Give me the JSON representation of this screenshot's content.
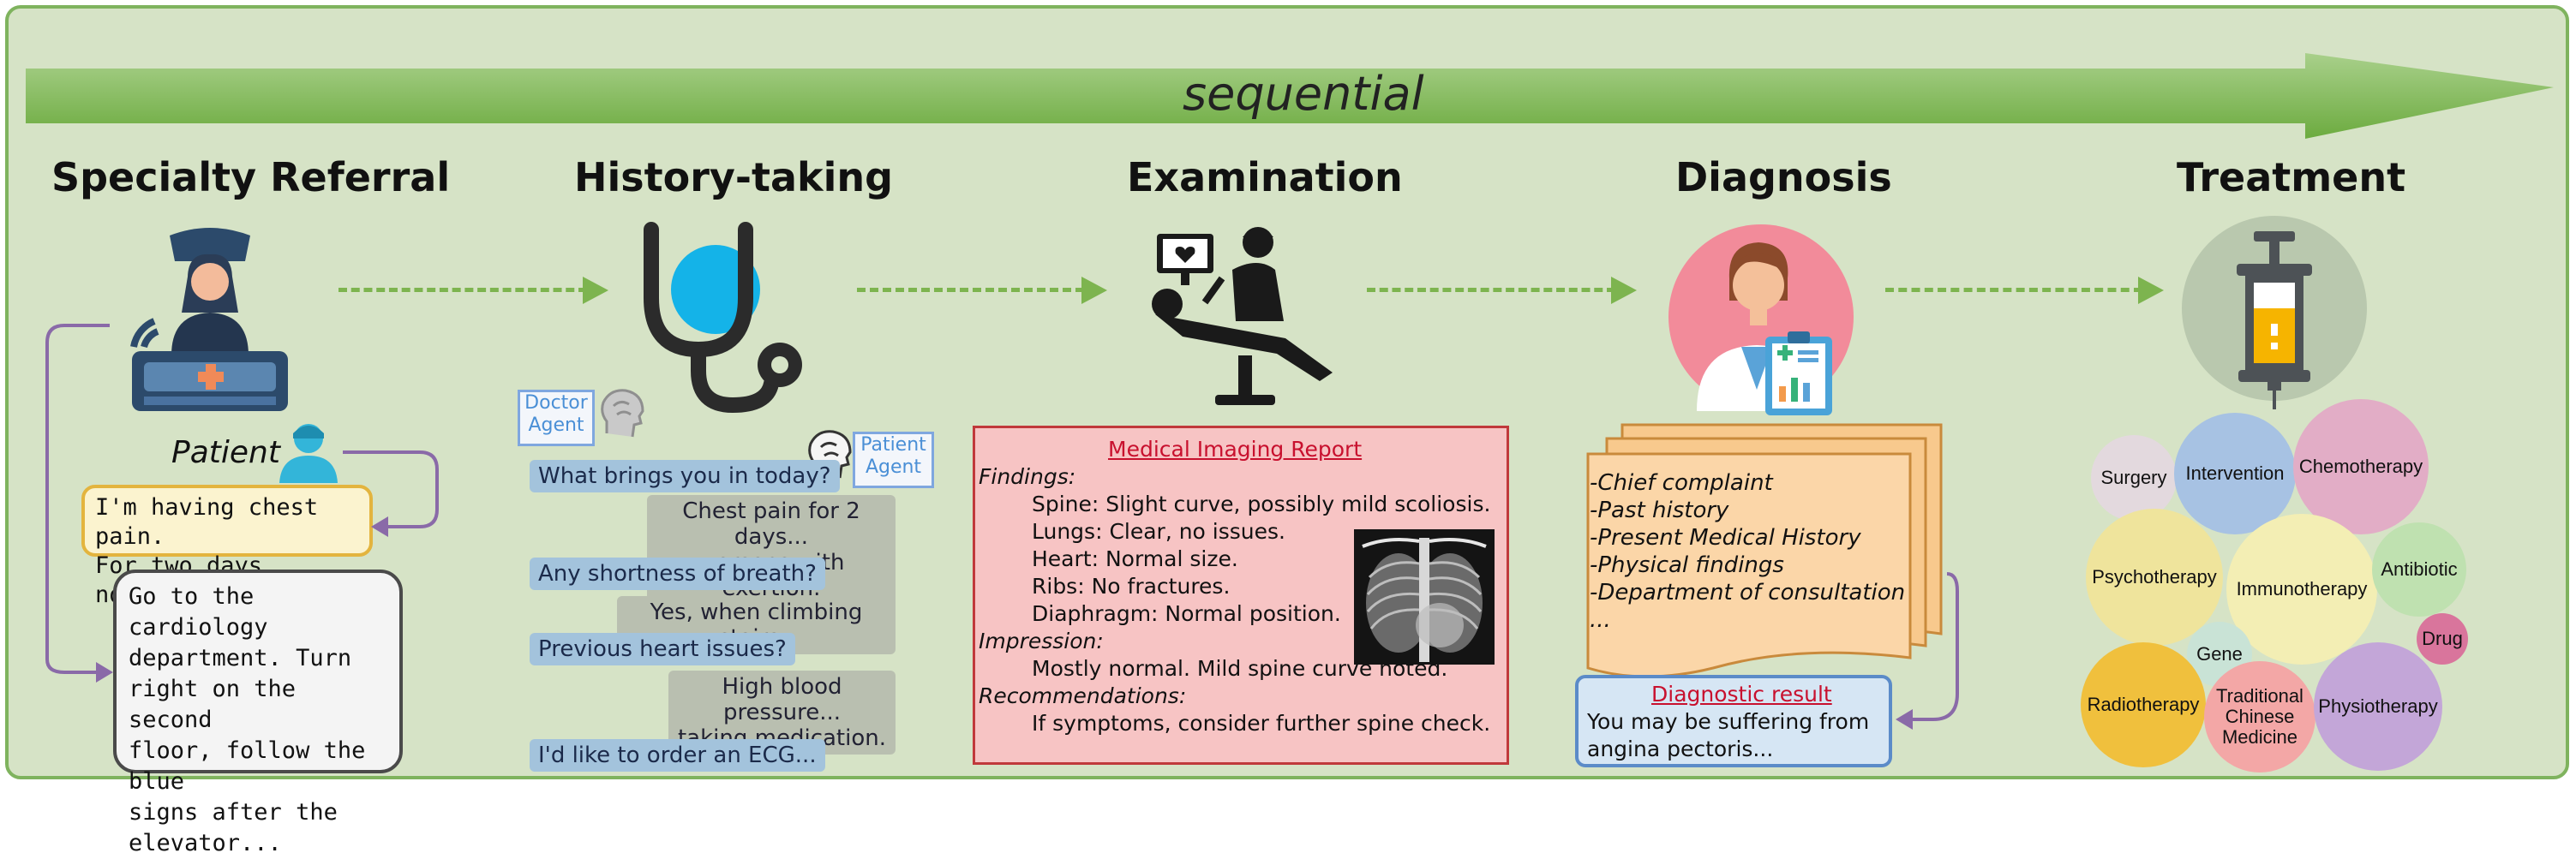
{
  "banner": {
    "label": "sequential"
  },
  "stages": [
    {
      "title": "Specialty Referral"
    },
    {
      "title": "History-taking"
    },
    {
      "title": "Examination"
    },
    {
      "title": "Diagnosis"
    },
    {
      "title": "Treatment"
    }
  ],
  "referral": {
    "patient_label": "Patient",
    "patient_speech": [
      "I'm having chest pain.",
      "For two days now..."
    ],
    "nurse_speech": [
      "Go to the cardiology",
      "department. Turn",
      "right on the second",
      "floor, follow the blue",
      "signs after the",
      "elevator..."
    ]
  },
  "history": {
    "doctor_agent": [
      "Doctor",
      "Agent"
    ],
    "patient_agent": [
      "Patient",
      "Agent"
    ],
    "dialogue": [
      {
        "role": "doctor",
        "text": "What brings you in today?"
      },
      {
        "role": "patient",
        "lines": [
          "Chest pain for 2 days...",
          "worsens with exertion."
        ]
      },
      {
        "role": "doctor",
        "text": "Any shortness of breath?"
      },
      {
        "role": "patient",
        "text": "Yes, when climbing stairs.."
      },
      {
        "role": "doctor",
        "text": "Previous heart issues?"
      },
      {
        "role": "patient",
        "lines": [
          "High blood pressure...",
          "taking medication."
        ]
      },
      {
        "role": "doctor",
        "text": "I'd like to order an ECG..."
      }
    ]
  },
  "report": {
    "title": "Medical Imaging Report",
    "findings_label": "Findings",
    "findings": [
      "Spine: Slight curve, possibly mild scoliosis.",
      "Lungs: Clear, no issues.",
      "Heart: Normal size.",
      "Ribs: No fractures.",
      "Diaphragm: Normal position."
    ],
    "impression_label": "Impression",
    "impression": "Mostly normal. Mild spine curve noted.",
    "recommendations_label": "Recommendations",
    "recommendation": "If symptoms, consider further spine check."
  },
  "diagnosis": {
    "notes": [
      "-Chief complaint",
      "-Past history",
      "-Present Medical History",
      "-Physical findings",
      "-Department of consultation",
      "..."
    ],
    "result_title": "Diagnostic result",
    "result_lines": [
      "You may be suffering from",
      "angina pectoris..."
    ]
  },
  "treatment": {
    "options": [
      {
        "label": "Surgery",
        "color": "#e3d9de"
      },
      {
        "label": "Intervention",
        "color": "#a7c2e3"
      },
      {
        "label": "Chemotherapy",
        "color": "#e2adc6"
      },
      {
        "label": "Psychotherapy",
        "color": "#efe49c"
      },
      {
        "label": "Immunotherapy",
        "color": "#f3eeb4"
      },
      {
        "label": "Antibiotic",
        "color": "#bfe1b0"
      },
      {
        "label": "Gene",
        "color": "#c9e3d6"
      },
      {
        "label": "Drug",
        "color": "#d9759c"
      },
      {
        "label": "Radiotherapy",
        "color": "#f0c03d"
      },
      {
        "label": "Traditional Chinese Medicine",
        "color": "#f3a7a6"
      },
      {
        "label": "Physiotherapy",
        "color": "#c3a6d8"
      }
    ]
  }
}
